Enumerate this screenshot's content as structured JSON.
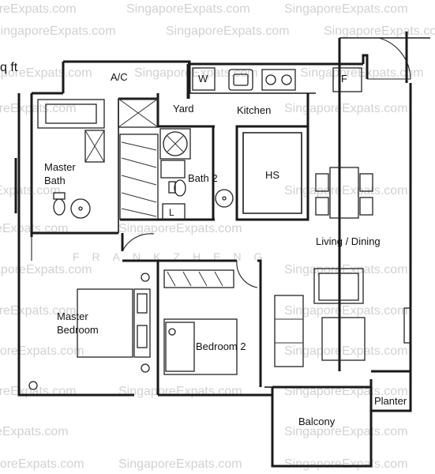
{
  "watermark": {
    "text": "SingaporeExpats.com",
    "designer": "FRANKZHENG"
  },
  "header_fragment": "q ft",
  "rooms": {
    "ac": "A/C",
    "washer": "W",
    "fridge": "F",
    "yard": "Yard",
    "kitchen": "Kitchen",
    "master_bath_line1": "Master",
    "master_bath_line2": "Bath",
    "bath2": "Bath 2",
    "household_shelter": "HS",
    "linen": "L",
    "living_dining": "Living / Dining",
    "master_bedroom_line1": "Master",
    "master_bedroom_line2": "Bedroom",
    "bedroom2": "Bedroom 2",
    "planter": "Planter",
    "balcony": "Balcony"
  }
}
